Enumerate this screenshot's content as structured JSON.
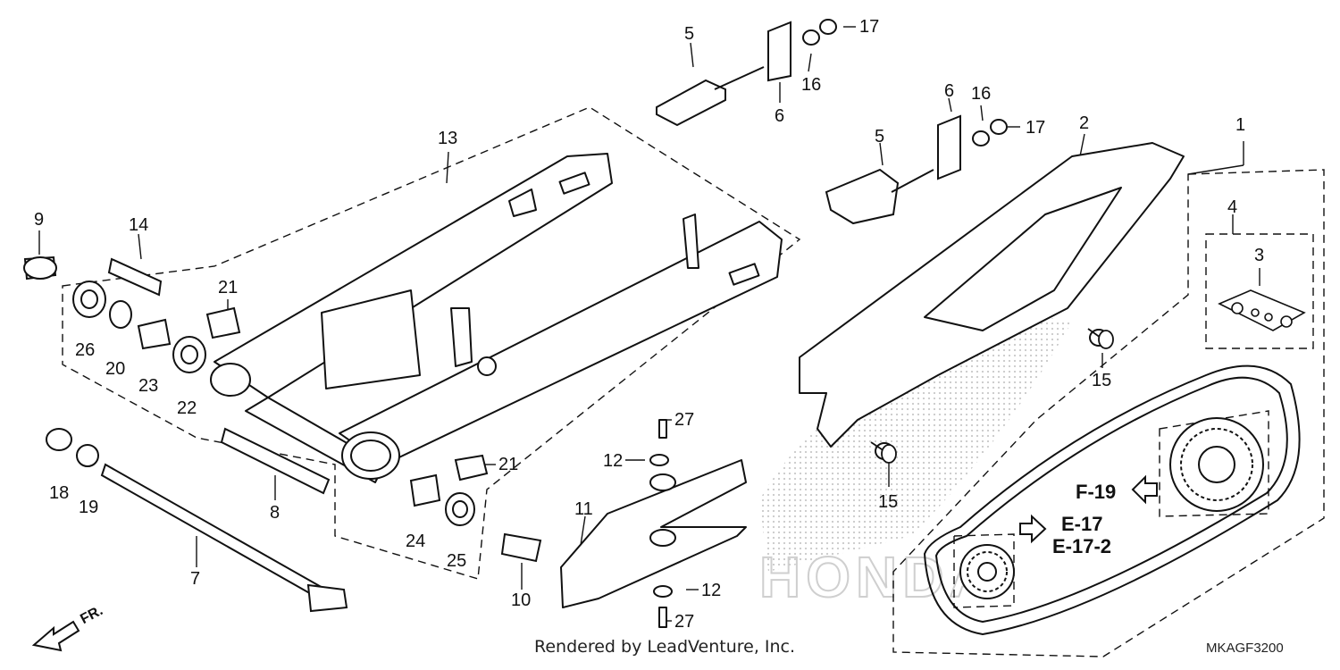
{
  "callouts": {
    "c1": "1",
    "c2": "2",
    "c3": "3",
    "c4": "4",
    "c5a": "5",
    "c5b": "5",
    "c6a": "6",
    "c6b": "6",
    "c7": "7",
    "c8": "8",
    "c9": "9",
    "c10": "10",
    "c11": "11",
    "c12a": "12",
    "c12b": "12",
    "c13": "13",
    "c14": "14",
    "c15a": "15",
    "c15b": "15",
    "c16a": "16",
    "c16b": "16",
    "c17a": "17",
    "c17b": "17",
    "c18": "18",
    "c19": "19",
    "c20": "20",
    "c21a": "21",
    "c21b": "21",
    "c22": "22",
    "c23": "23",
    "c24": "24",
    "c25": "25",
    "c26": "26",
    "c27a": "27",
    "c27b": "27"
  },
  "refs": {
    "f19": "F-19",
    "e17": "E-17",
    "e172": "E-17-2"
  },
  "front_label": "FR.",
  "credit": "Rendered by LeadVenture, Inc.",
  "diagram_code": "MKAGF3200",
  "colors": {
    "ink": "#111111",
    "watermark": "#c8c8c8"
  }
}
